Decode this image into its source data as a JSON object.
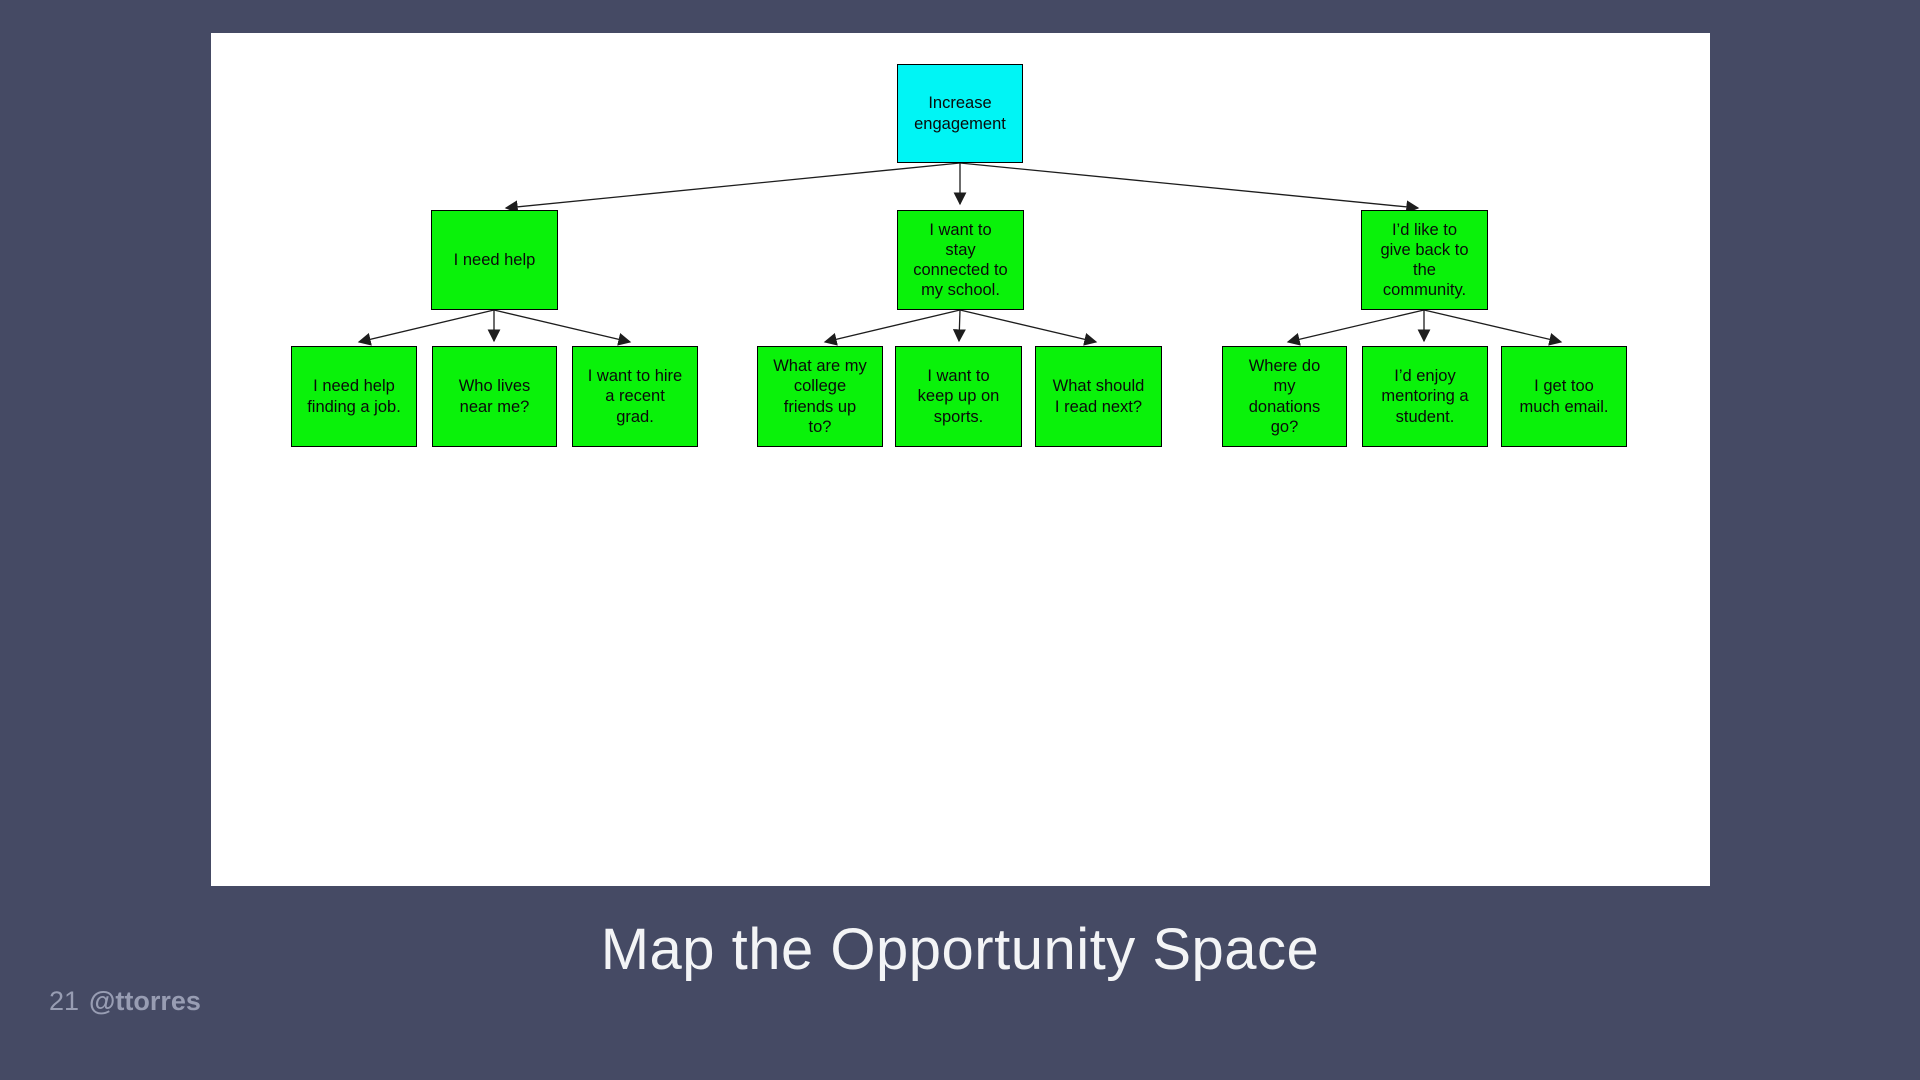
{
  "slide": {
    "title": "Map the Opportunity Space",
    "footer": {
      "page_number": "21",
      "handle": "@ttorres"
    }
  },
  "colors": {
    "slide-bg": "#454a64",
    "canvas-bg": "#ffffff",
    "root-fill": "#00f5f5",
    "node-fill": "#0af20a",
    "node-border": "#000000",
    "edge": "#1d1d1d",
    "title-text": "#f3f4f6",
    "footer-text": "#989db3"
  },
  "diagram": {
    "root": {
      "label": "Increase\nengagement"
    },
    "level2": [
      {
        "label": "I need help"
      },
      {
        "label": "I want to\nstay\nconnected to\nmy school."
      },
      {
        "label": "I’d like to\ngive back to\nthe\ncommunity."
      }
    ],
    "groups": [
      {
        "children": [
          {
            "label": "I need help\nfinding a job."
          },
          {
            "label": "Who lives\nnear me?"
          },
          {
            "label": "I want to hire\na recent\ngrad."
          }
        ]
      },
      {
        "children": [
          {
            "label": "What are my\ncollege\nfriends up\nto?"
          },
          {
            "label": "I want to\nkeep up on\nsports."
          },
          {
            "label": "What should\nI read next?"
          }
        ]
      },
      {
        "children": [
          {
            "label": "Where do\nmy\ndonations\ngo?"
          },
          {
            "label": "I’d enjoy\nmentoring a\nstudent."
          },
          {
            "label": "I get too\nmuch email."
          }
        ]
      }
    ]
  }
}
